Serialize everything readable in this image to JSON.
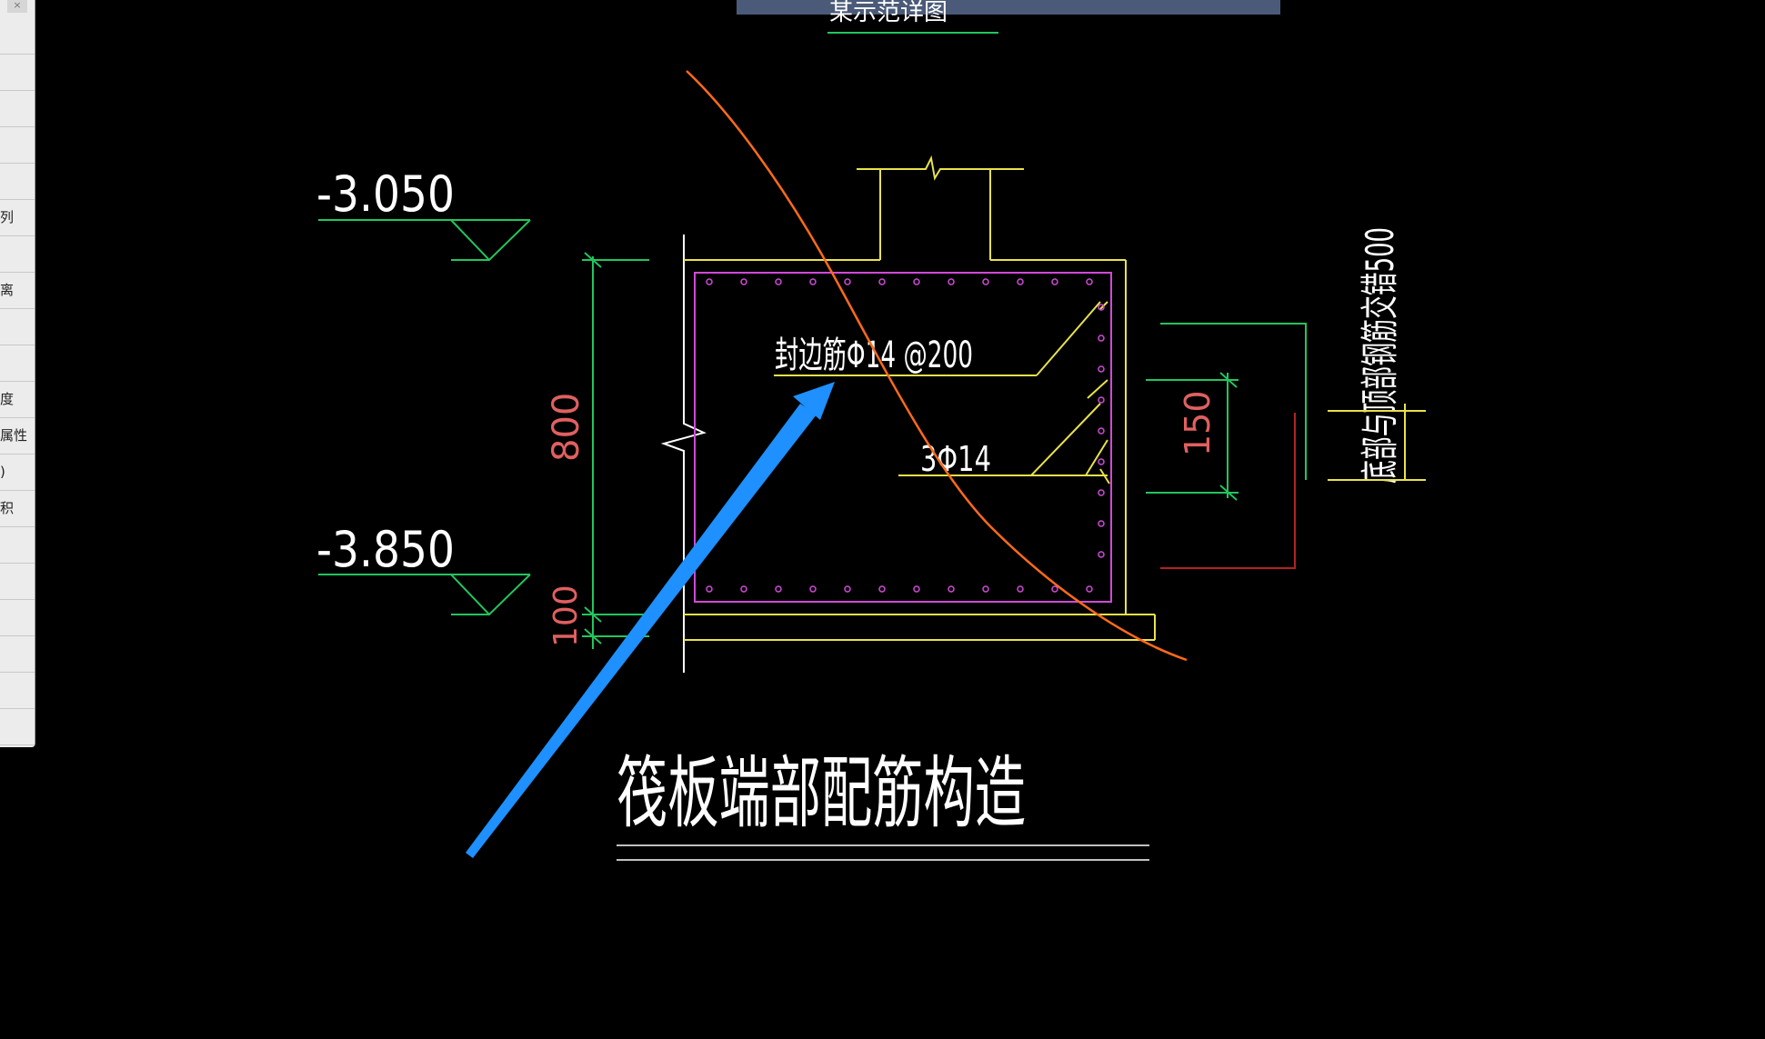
{
  "side_panel": {
    "close_glyph": "×",
    "rows": [
      "",
      "",
      "",
      "",
      "",
      "列",
      "",
      "离",
      "",
      "",
      "度",
      "属性",
      ")",
      "积",
      "",
      "",
      "",
      "",
      "",
      ""
    ]
  },
  "drawing": {
    "elevation_top": "-3.050",
    "elevation_bottom": "-3.850",
    "dim_height": "800",
    "dim_slab": "100",
    "dim_overlap": "150",
    "label_edge_bar": "封边筋Φ14 @200",
    "label_bars": "3Φ14",
    "label_vertical": "底部与顶部钢筋交错500",
    "title": "筏板端部配筋构造",
    "top_partial_text": "某示范详图"
  },
  "colors": {
    "background": "#000000",
    "green": "#22c55e",
    "yellow": "#e8e24a",
    "magenta": "#d04ad8",
    "red_dim": "#e06060",
    "orange": "#ff6a1a",
    "blue_arrow": "#1e90ff",
    "white": "#ffffff"
  }
}
